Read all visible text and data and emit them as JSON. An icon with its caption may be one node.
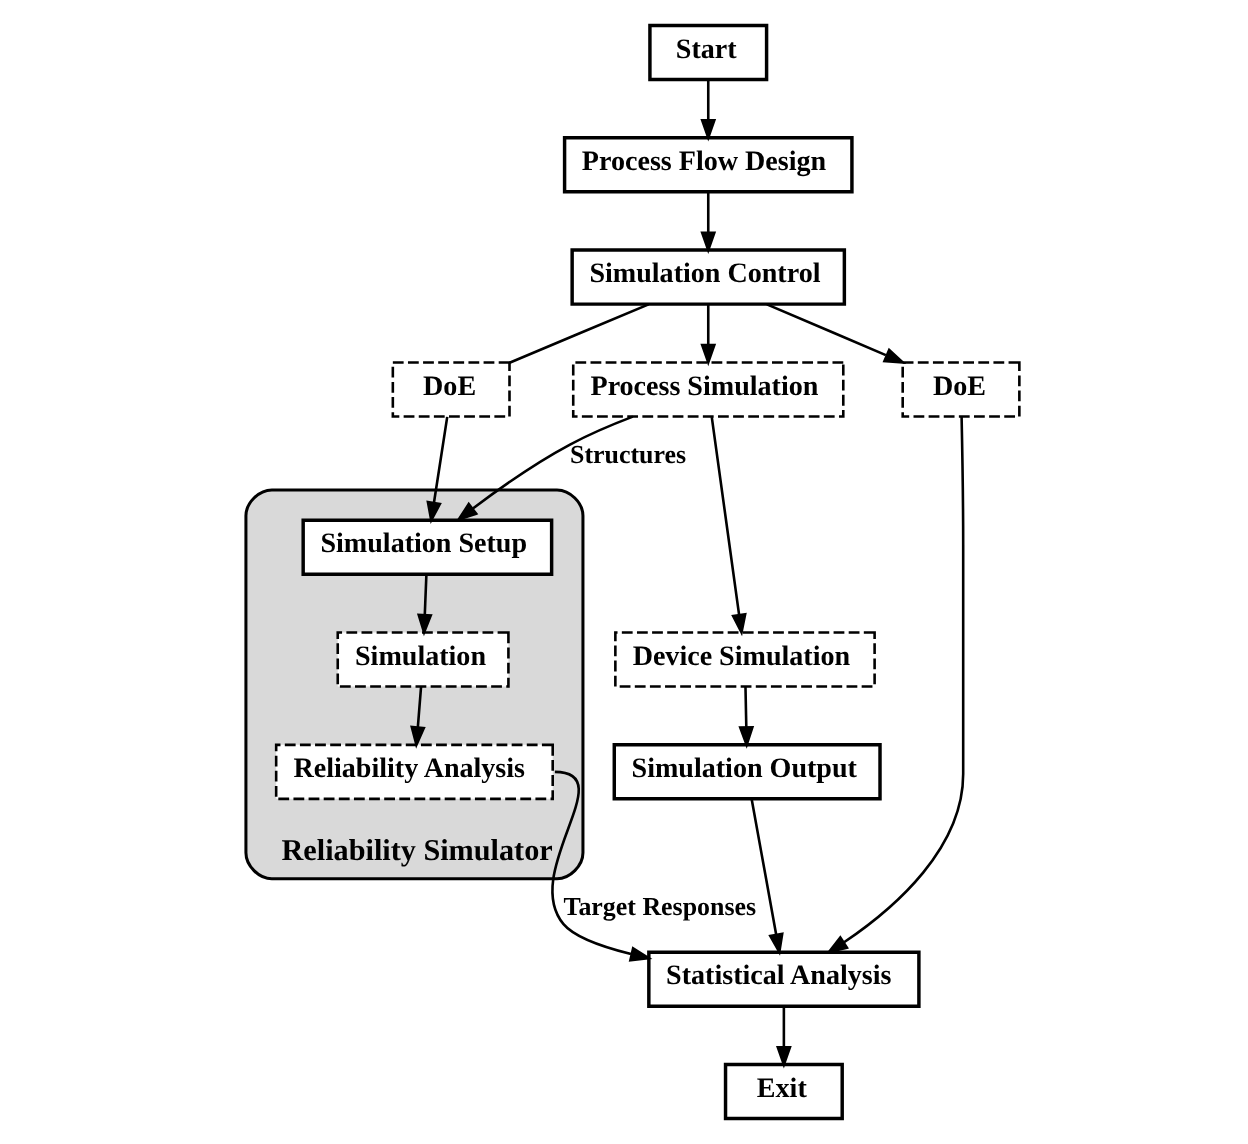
{
  "diagram": {
    "nodes": [
      {
        "text": [
          "Start"
        ]
      },
      {
        "text": [
          "Process Flow Design"
        ]
      },
      {
        "text": [
          "Simulation Control"
        ]
      },
      {
        "text": [
          "DoE"
        ]
      },
      {
        "text": [
          "Process Simulation"
        ]
      },
      {
        "text": [
          "Reliability Simulator"
        ]
      },
      {
        "text": [
          "Simulation Setup"
        ],
        "in": 5
      },
      {
        "text": [
          "Simulation"
        ],
        "in": 5
      },
      {
        "text": [
          "Reliability Analysis"
        ],
        "in": 5
      },
      {
        "text": [
          "Device Simulation"
        ]
      },
      {
        "text": [
          "DoE"
        ]
      },
      {
        "text": [
          "Simulation Output"
        ]
      },
      {
        "text": [
          "Statistical Analysis"
        ]
      },
      {
        "text": [
          "Exit"
        ]
      }
    ],
    "edges": [
      {
        "from": 0,
        "to": 1,
        "arrow": "to"
      },
      {
        "from": 1,
        "to": 2,
        "arrow": "to"
      },
      {
        "from": 2,
        "to": 3,
        "arrow": "none"
      },
      {
        "from": 3,
        "to": 6,
        "arrow": "to"
      },
      {
        "from": 2,
        "to": 4,
        "arrow": "to"
      },
      {
        "from": 4,
        "to": 6,
        "label": "Structures",
        "arrow": "to"
      },
      {
        "from": 2,
        "to": 10,
        "arrow": "to"
      },
      {
        "from": 6,
        "to": 7,
        "arrow": "to"
      },
      {
        "from": 7,
        "to": 8,
        "arrow": "to"
      },
      {
        "from": 4,
        "to": 9,
        "arrow": "to"
      },
      {
        "from": 9,
        "to": 11,
        "arrow": "to"
      },
      {
        "from": 8,
        "to": 12,
        "label": "Target Responses",
        "arrow": "to"
      },
      {
        "from": 11,
        "to": 12,
        "arrow": "to"
      },
      {
        "from": 10,
        "to": 12,
        "arrow": "to"
      },
      {
        "from": 12,
        "to": 13,
        "arrow": "to"
      }
    ]
  }
}
